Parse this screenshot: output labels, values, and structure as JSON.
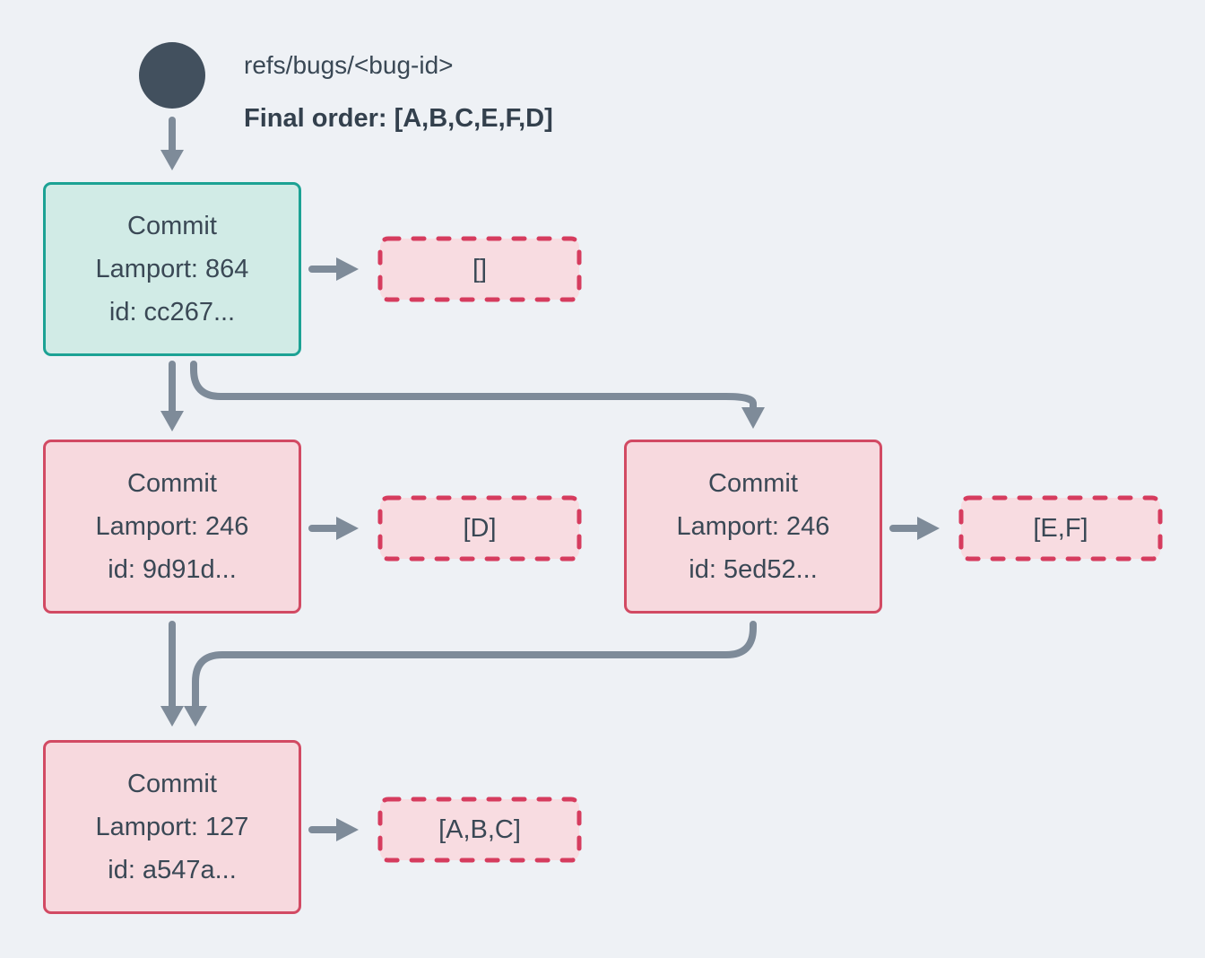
{
  "ref": {
    "name": "refs/bugs/<bug-id>",
    "final_order": "Final order: [A,B,C,E,F,D]"
  },
  "commits": {
    "root": {
      "title": "Commit",
      "lamport": "Lamport: 864",
      "id": "id: cc267...",
      "ops": "[]"
    },
    "left": {
      "title": "Commit",
      "lamport": "Lamport: 246",
      "id": "id: 9d91d...",
      "ops": "[D]"
    },
    "right": {
      "title": "Commit",
      "lamport": "Lamport: 246",
      "id": "id: 5ed52...",
      "ops": "[E,F]"
    },
    "merge": {
      "title": "Commit",
      "lamport": "Lamport: 127",
      "id": "id: a547a...",
      "ops": "[A,B,C]"
    }
  },
  "colors": {
    "bg": "#eef1f5",
    "node": "#42505e",
    "text": "#3a4855",
    "arrow": "#7e8b99",
    "teal_border": "#1ca294",
    "teal_fill": "#d1ebe6",
    "red_border": "#d24a63",
    "pink_fill": "#f7d9de",
    "dash_border": "#d63c5e",
    "dash_fill": "#f8dce1"
  }
}
